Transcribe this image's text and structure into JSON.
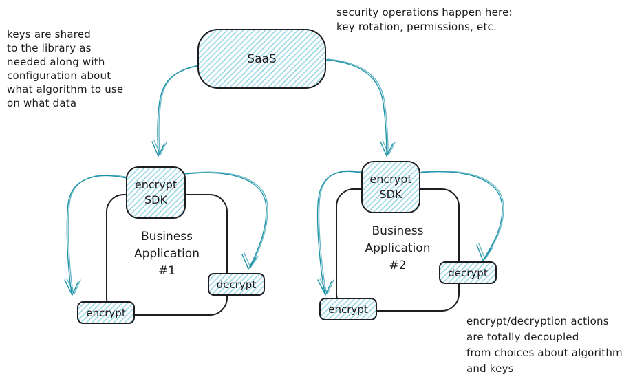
{
  "diagram": {
    "annotations": {
      "keys": "keys are shared\nto the library as\nneeded along with\nconfiguration about\nwhat algorithm to use\non what data",
      "security": "security operations happen here:\nkey rotation, permissions, etc.",
      "decoupled": "encrypt/decryption actions\nare totally decoupled\nfrom choices about algorithm\nand keys"
    },
    "nodes": {
      "saas": {
        "label": "SaaS"
      },
      "sdk1": {
        "label": "encrypt\nSDK"
      },
      "app1": {
        "label": "Business\nApplication\n#1"
      },
      "decrypt1": {
        "label": "decrypt"
      },
      "encrypt1": {
        "label": "encrypt"
      },
      "sdk2": {
        "label": "encrypt\nSDK"
      },
      "app2": {
        "label": "Business\nApplication\n#2"
      },
      "decrypt2": {
        "label": "decrypt"
      },
      "encrypt2": {
        "label": "encrypt"
      }
    },
    "colors": {
      "accent": "#1f94a8",
      "hatch": "#9ed8e7",
      "ink": "#1b1b1f"
    }
  }
}
